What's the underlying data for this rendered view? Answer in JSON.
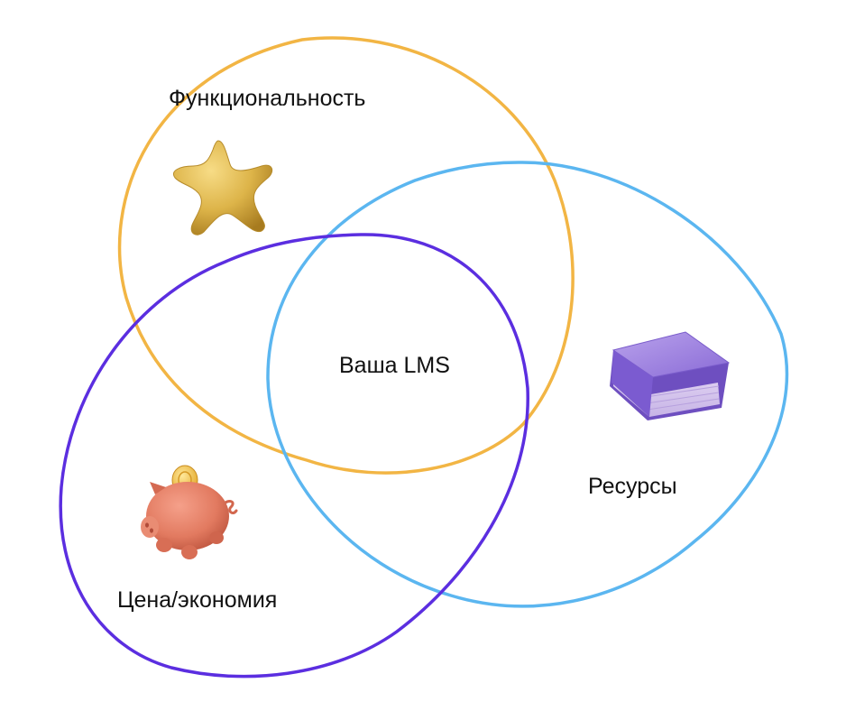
{
  "diagram": {
    "labels": {
      "functionality": "Функциональность",
      "center": "Ваша LMS",
      "resources": "Ресурсы",
      "price": "Цена/экономия"
    },
    "sets": [
      {
        "key": "functionality",
        "color": "#F2B544",
        "icon": "star-icon"
      },
      {
        "key": "resources",
        "color": "#5BB6F0",
        "icon": "book-icon"
      },
      {
        "key": "price",
        "color": "#5B2EE0",
        "icon": "piggy-bank-icon"
      }
    ]
  }
}
